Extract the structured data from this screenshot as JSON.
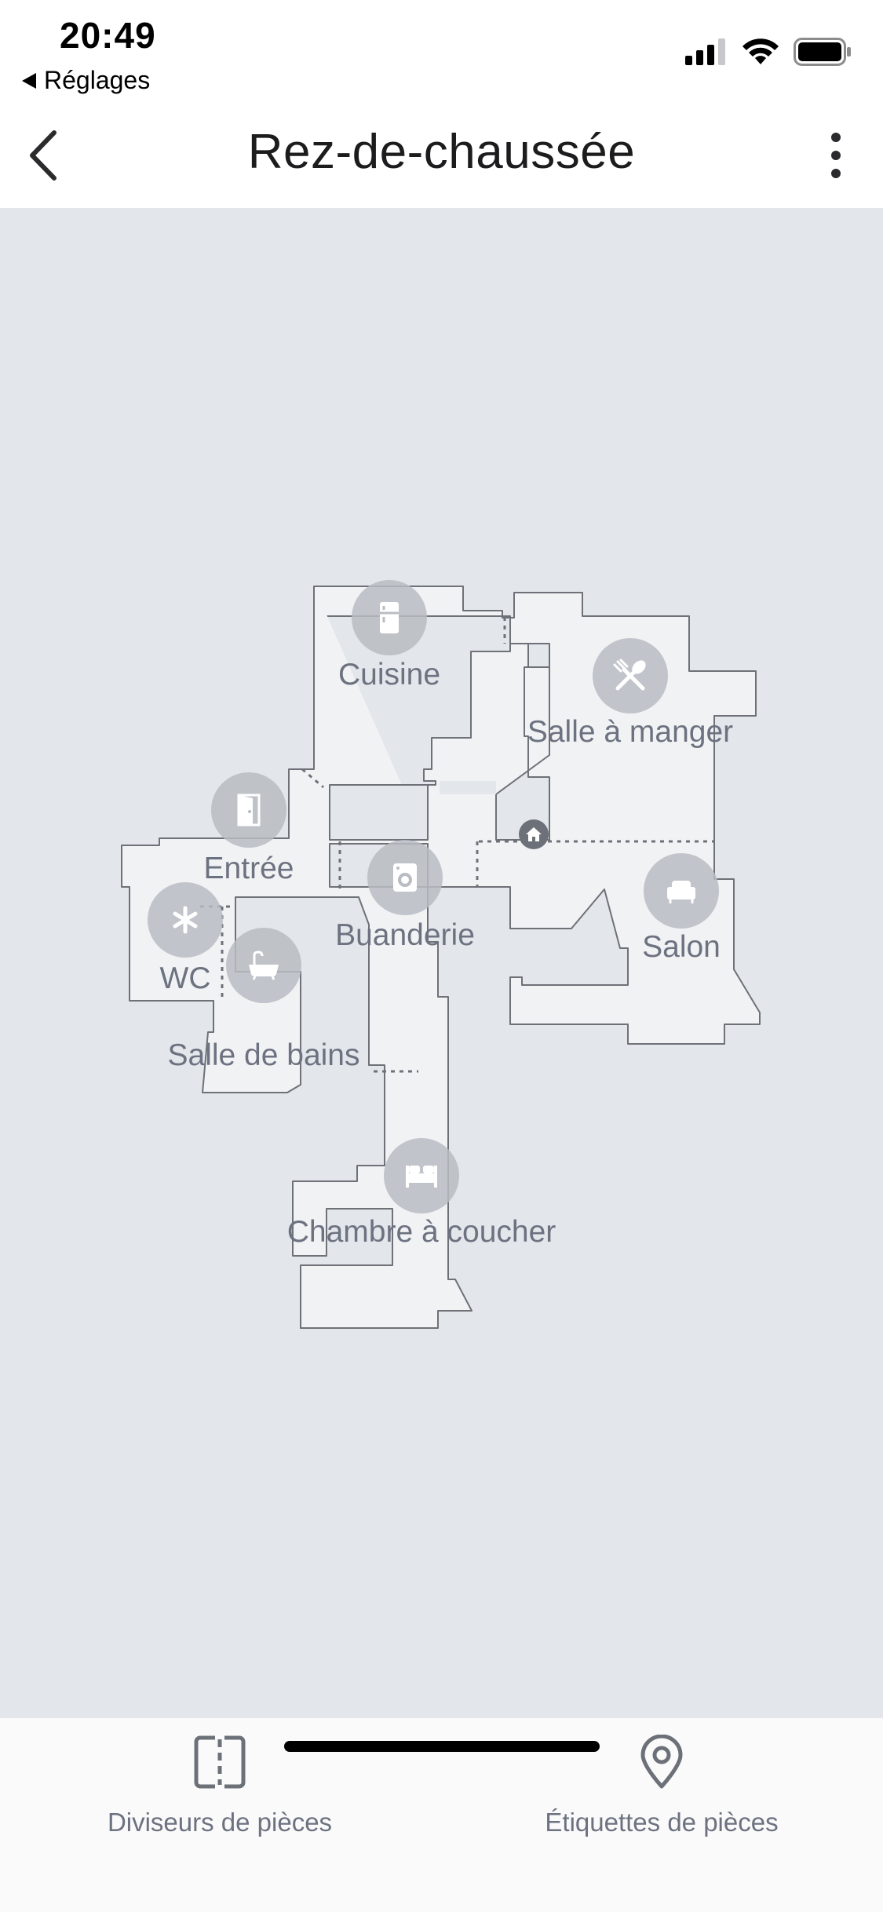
{
  "status_bar": {
    "time": "20:49",
    "back_label": "Réglages"
  },
  "nav": {
    "title": "Rez-de-chaussée"
  },
  "map": {
    "rooms": [
      {
        "id": "cuisine",
        "label": "Cuisine",
        "icon": "fridge-icon"
      },
      {
        "id": "salle-a-manger",
        "label": "Salle à manger",
        "icon": "cutlery-icon"
      },
      {
        "id": "entree",
        "label": "Entrée",
        "icon": "door-icon"
      },
      {
        "id": "buanderie",
        "label": "Buanderie",
        "icon": "washing-machine-icon"
      },
      {
        "id": "wc",
        "label": "WC",
        "icon": "asterisk-icon"
      },
      {
        "id": "salon",
        "label": "Salon",
        "icon": "armchair-icon"
      },
      {
        "id": "salle-de-bains",
        "label": "Salle de bains",
        "icon": "bathtub-icon"
      },
      {
        "id": "chambre",
        "label": "Chambre à coucher",
        "icon": "bed-icon"
      }
    ],
    "dock_icon": "home-base-icon",
    "colors": {
      "background": "#e3e6eb",
      "floor": "#f1f2f4",
      "walls": "#6e7178",
      "label": "#6c7280"
    }
  },
  "tab_bar": {
    "tabs": [
      {
        "label": "Diviseurs de pièces",
        "icon": "room-divider-icon"
      },
      {
        "label": "Étiquettes de pièces",
        "icon": "location-pin-icon"
      }
    ]
  }
}
